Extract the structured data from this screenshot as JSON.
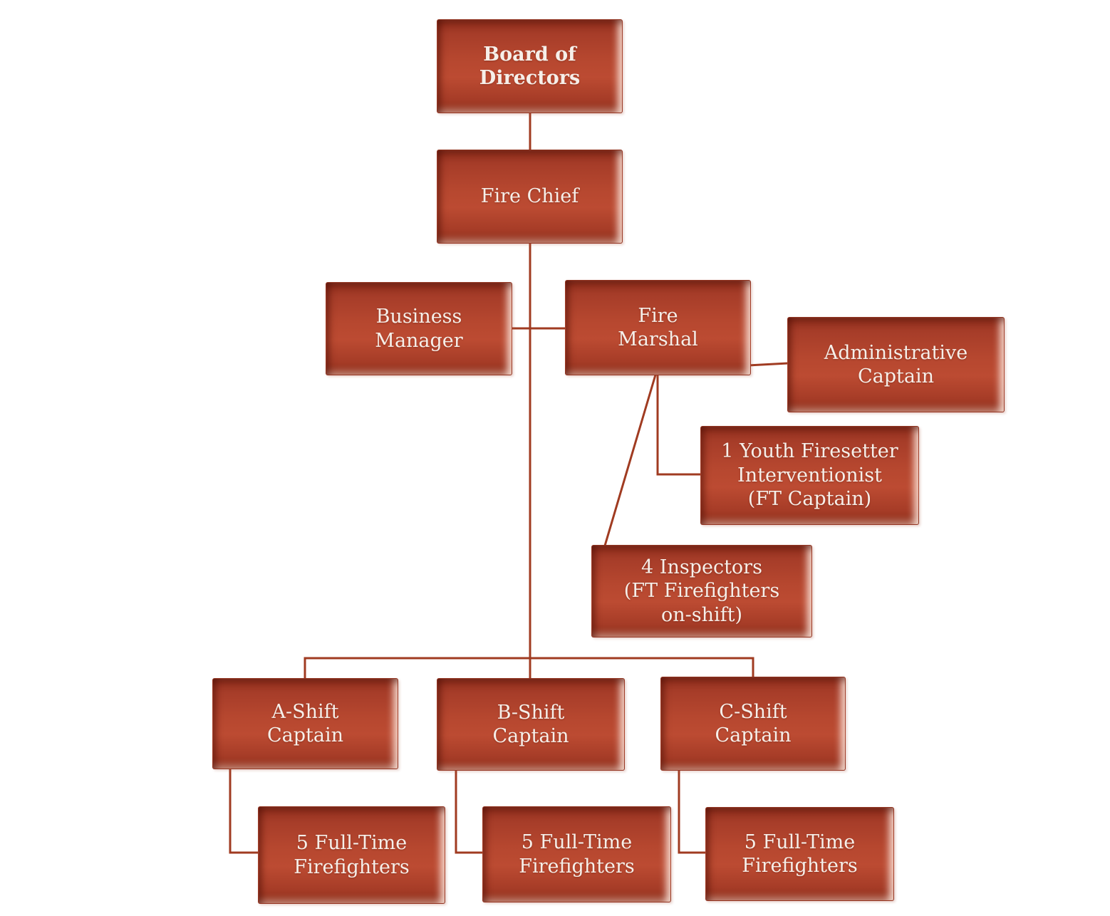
{
  "diagram": {
    "type": "org-chart",
    "subject": "Fire department organizational chart",
    "line_color": "#a03b21",
    "box_fill_top": "#93301e",
    "box_fill_mid": "#bc4b32",
    "box_fill_bottom": "#8c2e1a",
    "text_color": "#f6efe9",
    "nodes": [
      {
        "id": "board-of-directors",
        "label": "Board of\nDirectors",
        "bold": true
      },
      {
        "id": "fire-chief",
        "label": "Fire Chief",
        "bold": false
      },
      {
        "id": "business-manager",
        "label": "Business\nManager",
        "bold": false
      },
      {
        "id": "fire-marshal",
        "label": "Fire\nMarshal",
        "bold": false
      },
      {
        "id": "administrative-captain",
        "label": "Administrative\nCaptain",
        "bold": false
      },
      {
        "id": "youth-firesetter-interventionist",
        "label": "1 Youth Firesetter\nInterventionist\n(FT Captain)",
        "bold": false
      },
      {
        "id": "inspectors",
        "label": "4 Inspectors\n(FT Firefighters\non-shift)",
        "bold": false
      },
      {
        "id": "a-shift-captain",
        "label": "A-Shift\nCaptain",
        "bold": false
      },
      {
        "id": "b-shift-captain",
        "label": "B-Shift\nCaptain",
        "bold": false
      },
      {
        "id": "c-shift-captain",
        "label": "C-Shift\nCaptain",
        "bold": false
      },
      {
        "id": "a-shift-firefighters",
        "label": "5 Full-Time\nFirefighters",
        "bold": false
      },
      {
        "id": "b-shift-firefighters",
        "label": "5 Full-Time\nFirefighters",
        "bold": false
      },
      {
        "id": "c-shift-firefighters",
        "label": "5 Full-Time\nFirefighters",
        "bold": false
      }
    ],
    "edges": [
      {
        "from": "board-of-directors",
        "to": "fire-chief"
      },
      {
        "from": "fire-chief",
        "to": "business-manager"
      },
      {
        "from": "fire-chief",
        "to": "fire-marshal"
      },
      {
        "from": "fire-marshal",
        "to": "administrative-captain"
      },
      {
        "from": "fire-marshal",
        "to": "youth-firesetter-interventionist"
      },
      {
        "from": "fire-marshal",
        "to": "inspectors"
      },
      {
        "from": "fire-chief",
        "to": "a-shift-captain"
      },
      {
        "from": "fire-chief",
        "to": "b-shift-captain"
      },
      {
        "from": "fire-chief",
        "to": "c-shift-captain"
      },
      {
        "from": "a-shift-captain",
        "to": "a-shift-firefighters"
      },
      {
        "from": "b-shift-captain",
        "to": "b-shift-firefighters"
      },
      {
        "from": "c-shift-captain",
        "to": "c-shift-firefighters"
      }
    ]
  }
}
